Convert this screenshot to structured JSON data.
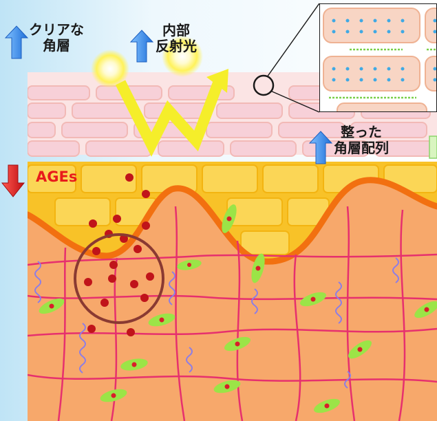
{
  "labels": {
    "clear_stratum": {
      "line1": "クリアな",
      "line2": "角層"
    },
    "internal_reflection": {
      "line1": "内部",
      "line2": "反射光"
    },
    "ordered_layer": {
      "line1": "整った",
      "line2": "角層配列"
    },
    "ages": "AGEs"
  },
  "indicators": {
    "clear_stratum": "up",
    "internal_reflection": "up",
    "ordered_layer": "up",
    "ages": "down"
  },
  "colors": {
    "arrow_up": "#2f86e8",
    "arrow_down": "#d8161b",
    "stratum_corneum": "#f6d3d8",
    "epidermis": "#f8c228",
    "dermis": "#f7a86b",
    "basement_line": "#f27010",
    "collagen_net": "#e6306e",
    "fibroblast": "#9be447",
    "ages_dot": "#c0141a",
    "reflection_arrow": "#f5ee2a"
  }
}
